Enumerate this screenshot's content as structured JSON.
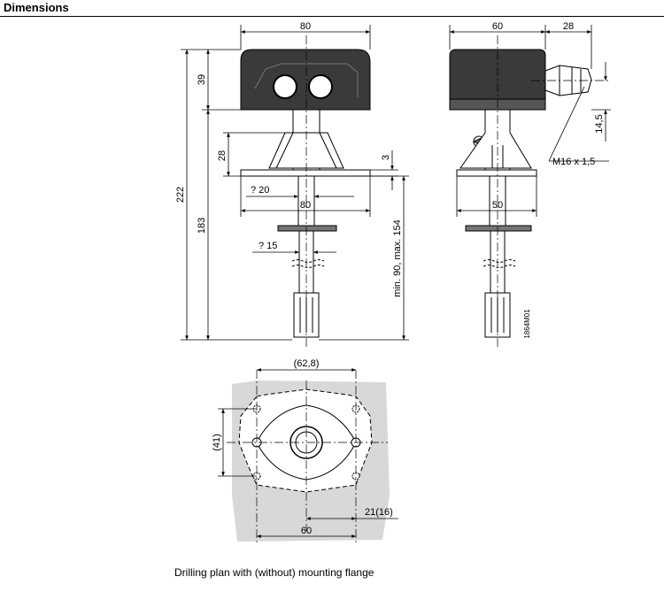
{
  "heading": "Dimensions",
  "caption": "Drilling plan with (without) mounting flange",
  "drawing_id": "1864M01",
  "front_view": {
    "width": "80",
    "housing_height": "39",
    "total_height": "222",
    "lower_height": "183",
    "flange_height": "28",
    "flange_thickness": "3",
    "stem_dia_upper": "? 20",
    "flange_width": "80",
    "stem_dia_lower": "? 15",
    "insertion_depth": "min. 90, max. 154"
  },
  "side_view": {
    "housing_depth": "60",
    "gland_length": "28",
    "gland_offset": "14,5",
    "thread": "M16 x 1,5",
    "flange_width": "50"
  },
  "drilling_plan": {
    "outer_width": "(62,8)",
    "hole_distance_v": "(41)",
    "hole_distance_h": "60",
    "hole_offset": "21(16)"
  }
}
